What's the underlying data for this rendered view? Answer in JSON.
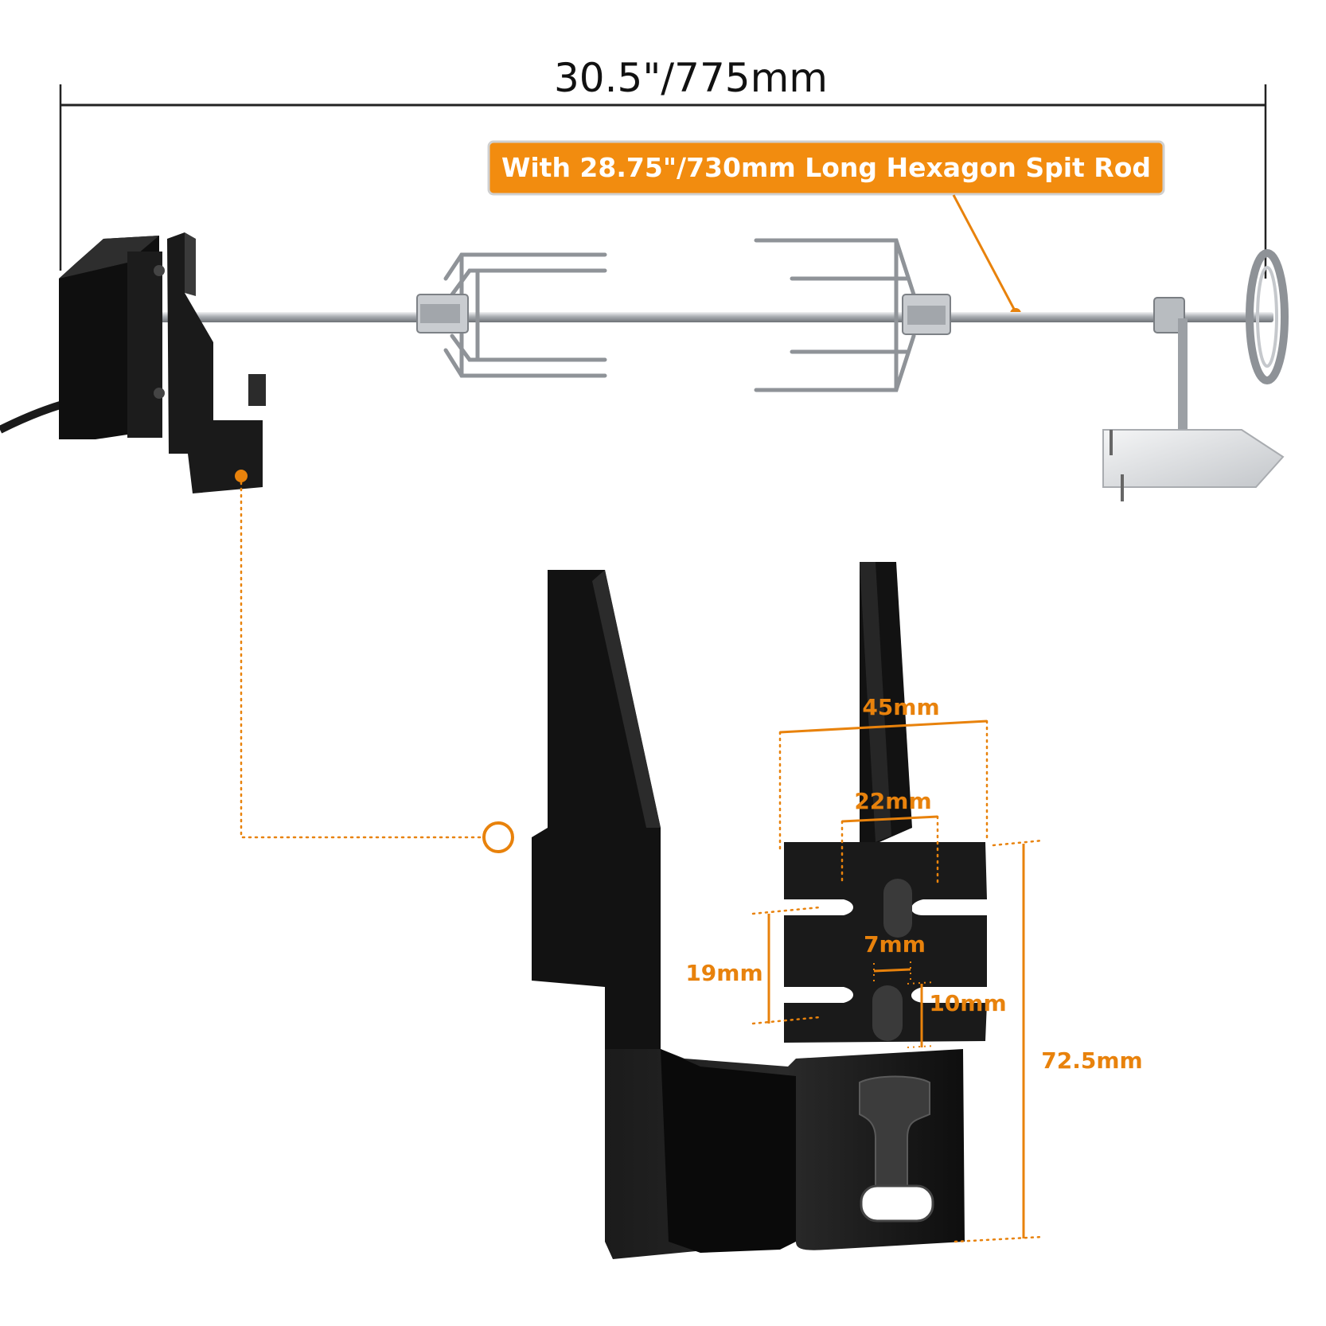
{
  "overall_length": "30.5\"/775mm",
  "callout": "With 28.75\"/730mm Long Hexagon Spit Rod",
  "dims": {
    "width_top": "45mm",
    "width_inner": "22mm",
    "slot_width": "7mm",
    "spacing": "19mm",
    "slot_height": "10mm",
    "height": "72.5mm"
  },
  "colors": {
    "accent": "#e8820c",
    "callout_bg": "#f28c0f",
    "metal_dark": "#141414",
    "steel": "#b9bcc0"
  },
  "icons": {
    "motor": "motor-icon",
    "bracket": "bracket-icon",
    "fork": "fork-icon",
    "counterbalance": "counterweight-icon"
  }
}
